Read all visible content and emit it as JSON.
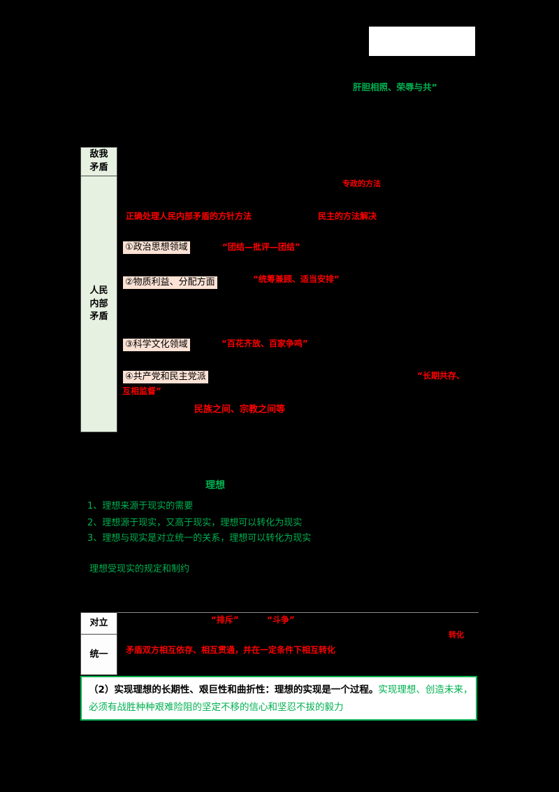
{
  "title": {
    "text": "肝胆相照、荣辱与共”"
  },
  "tables": {
    "contradiction": {
      "top": "敌我\n矛盾",
      "bottom": "人民\n内部\n矛盾"
    },
    "unity": {
      "top": "对立",
      "bottom": "统一"
    }
  },
  "labels": [
    {
      "text": "①政治思想领域"
    },
    {
      "text": "②物质利益、分配方面"
    },
    {
      "text": "③科学文化领域"
    },
    {
      "text": "④共产党和民主党派"
    }
  ],
  "red": [
    {
      "text": "专政的方法"
    },
    {
      "text": "正确处理人民内部矛盾的方针方法"
    },
    {
      "text": "民主的方法解决"
    },
    {
      "text": "“团结—批评—团结”"
    },
    {
      "text": "“统筹兼顾、适当安排”"
    },
    {
      "text": "“百花齐放、百家争鸣”"
    },
    {
      "text": "“长期共存、"
    },
    {
      "text": "互相监督”"
    },
    {
      "text": "民族之间、宗教之间等"
    },
    {
      "text": "“排斥”"
    },
    {
      "text": "“斗争”"
    },
    {
      "text": "转化"
    },
    {
      "text": "矛盾双方相互依存、相互贯通，并在一定条件下相互转化"
    }
  ],
  "green_notes": [
    {
      "text": "理想"
    },
    {
      "text": "1、理想来源于现实的需要"
    },
    {
      "text": "2、理想源于现实，又高于现实，理想可以转化为现实"
    },
    {
      "text": "3、理想与现实是对立统一的关系，理想可以转化为现实"
    },
    {
      "text": "理想受现实的规定和制约"
    }
  ],
  "bottom_box": {
    "bold_black": "（2）实现理想的长期性、艰巨性和曲折性：理想的实现是一个过程。",
    "green_tail": "实现理想、创造未来，",
    "green_line2": "必须有战胜种种艰难险阻的坚定不移的信心和坚忍不拔的毅力"
  },
  "colors": {
    "red": "#FF0000",
    "green": "#00B050",
    "pale_green_fill": "#E7F1E2",
    "pink_highlight": "#FBE2D5"
  }
}
